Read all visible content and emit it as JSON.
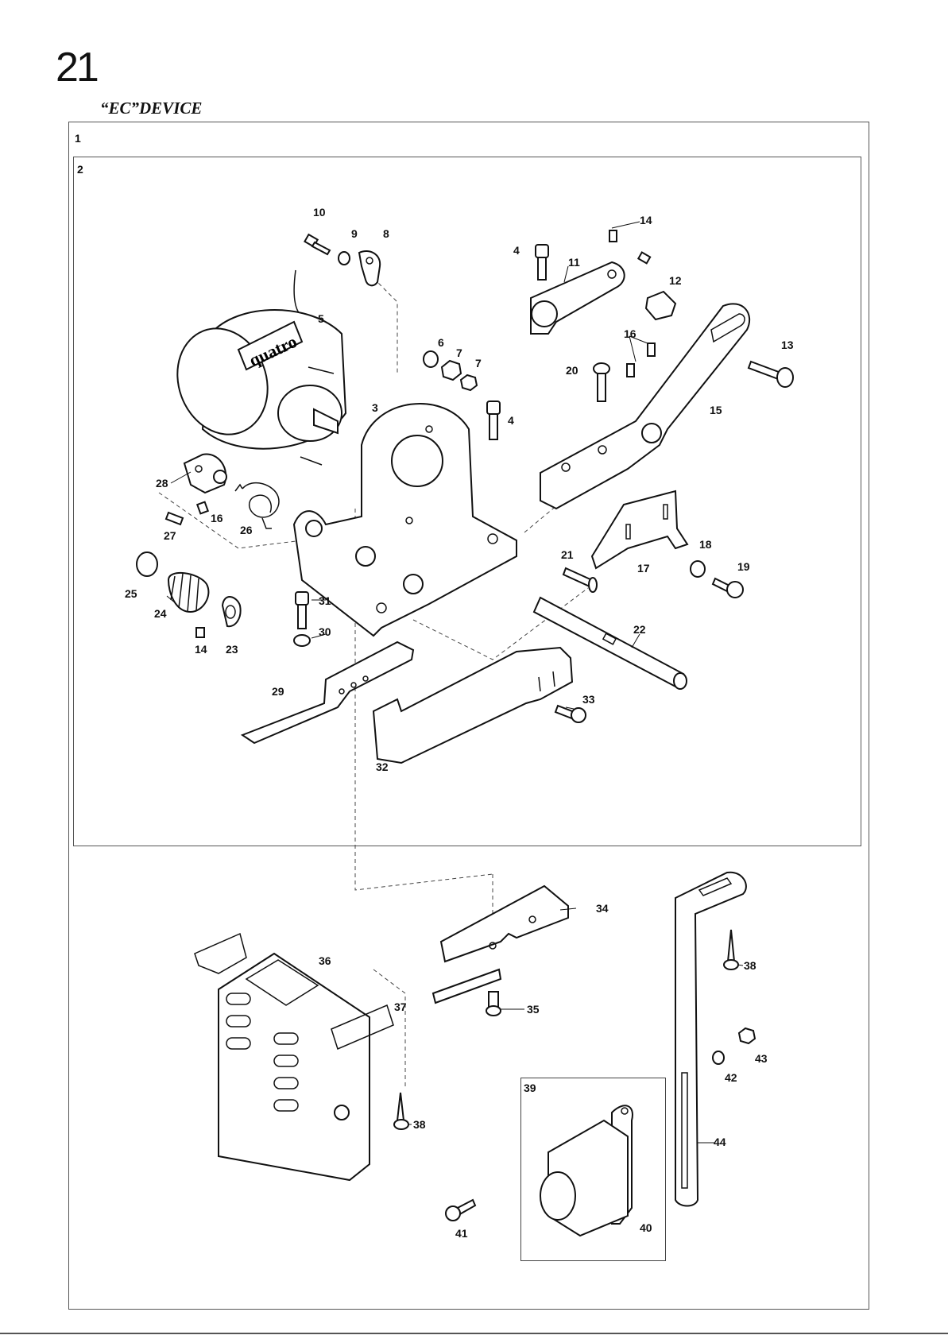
{
  "page": {
    "number": "21",
    "title": "“EC”DEVICE",
    "motor_brand": "quatro"
  },
  "frames": [
    {
      "label": "1"
    },
    {
      "label": "2"
    },
    {
      "label": "39"
    }
  ],
  "callouts": [
    "10",
    "9",
    "8",
    "14",
    "4",
    "11",
    "12",
    "5",
    "6",
    "7",
    "7",
    "16",
    "13",
    "20",
    "3",
    "4",
    "15",
    "28",
    "16",
    "26",
    "27",
    "21",
    "18",
    "17",
    "19",
    "25",
    "24",
    "31",
    "30",
    "22",
    "14",
    "23",
    "33",
    "29",
    "32",
    "34",
    "36",
    "38",
    "37",
    "35",
    "43",
    "42",
    "38",
    "44",
    "41",
    "40"
  ]
}
